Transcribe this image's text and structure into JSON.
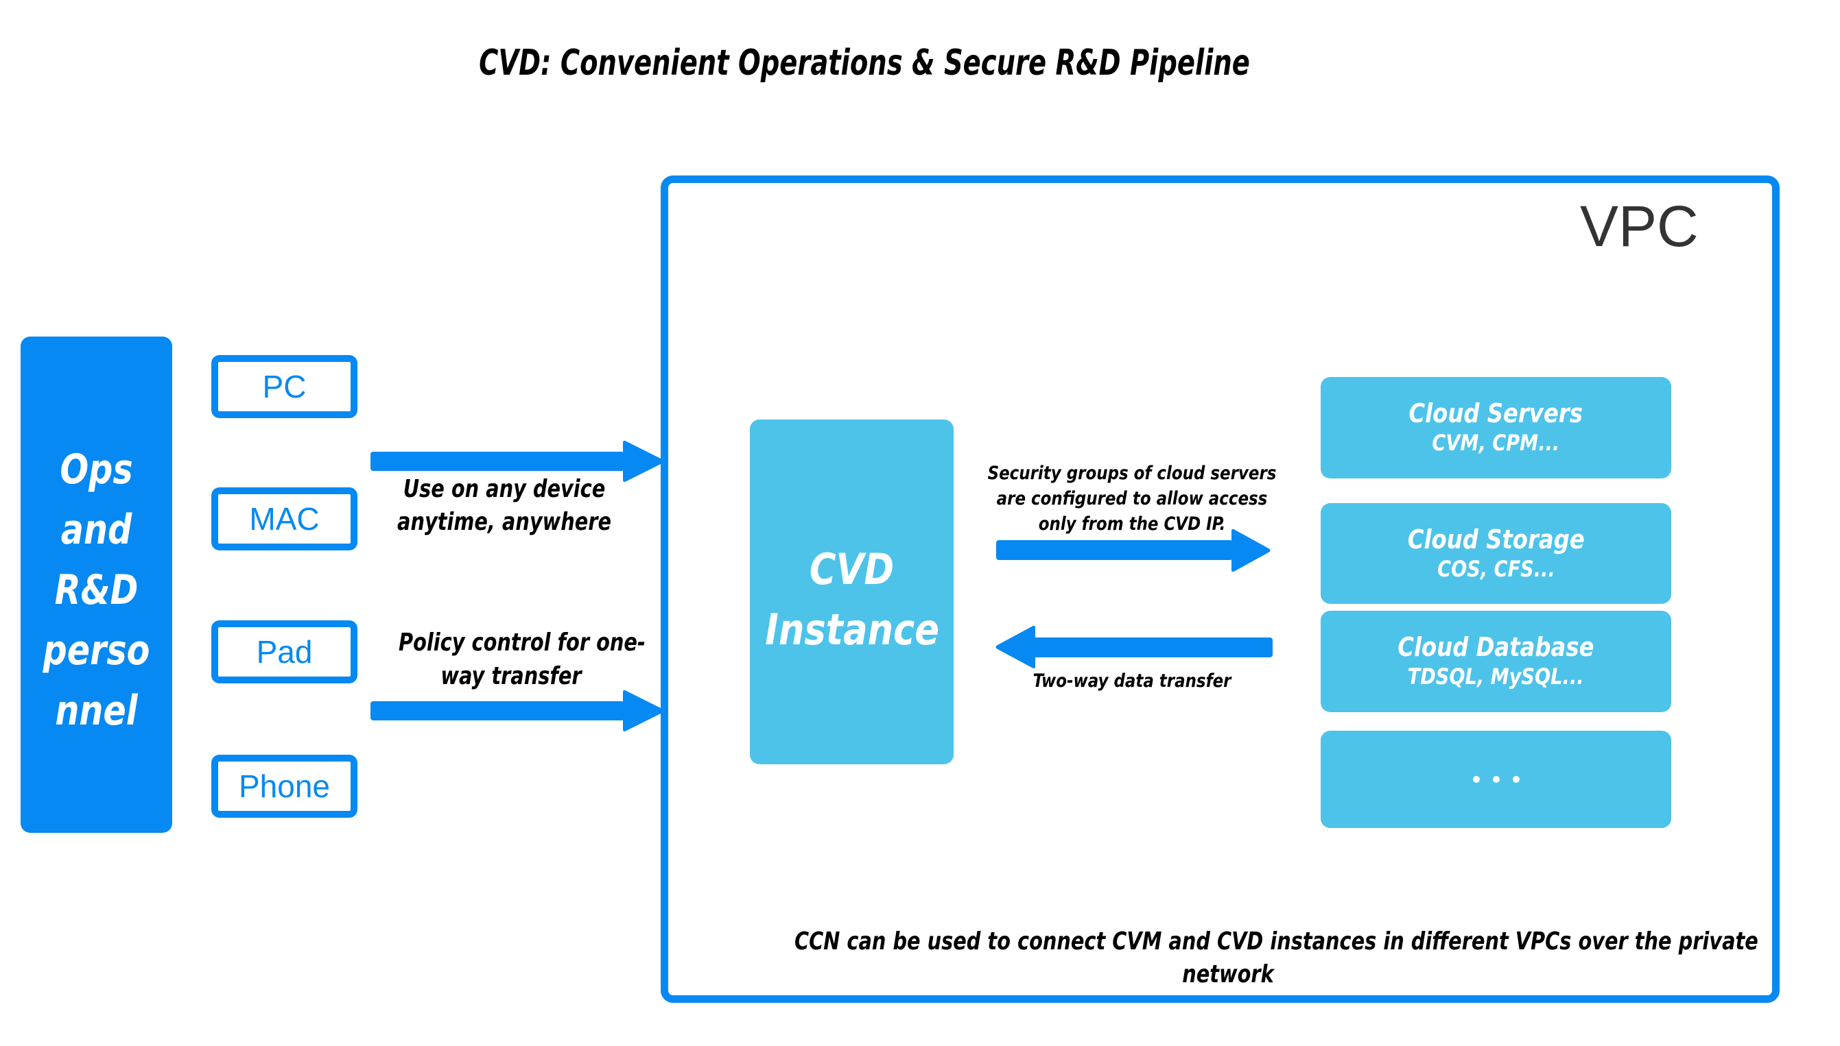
{
  "title": "CVD: Convenient Operations & Secure R&D Pipeline",
  "personnel": {
    "label_lines": [
      "Ops",
      "and",
      "R&D",
      "perso",
      "nnel"
    ]
  },
  "devices": [
    {
      "label": "PC"
    },
    {
      "label": "MAC"
    },
    {
      "label": "Pad"
    },
    {
      "label": "Phone"
    }
  ],
  "access_arrows": [
    {
      "direction": "right",
      "caption_lines": [
        "Use on any device",
        "anytime, anywhere"
      ]
    },
    {
      "direction": "right",
      "caption_lines": [
        "Policy control for one-",
        "way transfer"
      ]
    }
  ],
  "vpc": {
    "label": "VPC",
    "cvd_instance": {
      "label_lines": [
        "CVD",
        "Instance"
      ]
    },
    "links": [
      {
        "direction": "right",
        "caption_lines": [
          "Security groups of cloud servers",
          "are configured to allow access",
          "only from the CVD IP."
        ]
      },
      {
        "direction": "left",
        "caption_lines": [
          "Two-way data transfer"
        ]
      }
    ],
    "services": [
      {
        "name": "Cloud Servers",
        "examples": "CVM, CPM..."
      },
      {
        "name": "Cloud Storage",
        "examples": "COS, CFS..."
      },
      {
        "name": "Cloud Database",
        "examples": "TDSQL, MySQL..."
      },
      {
        "name": "more-services",
        "icon": "ellipsis-icon"
      }
    ],
    "footnote_lines": [
      "CCN can be used to connect CVM and CVD instances in different VPCs over the private",
      "network"
    ]
  },
  "colors": {
    "primary_blue": "#0689F2",
    "light_blue": "#4DC3EA",
    "vpc_label": "#333333",
    "text": "#000000"
  }
}
